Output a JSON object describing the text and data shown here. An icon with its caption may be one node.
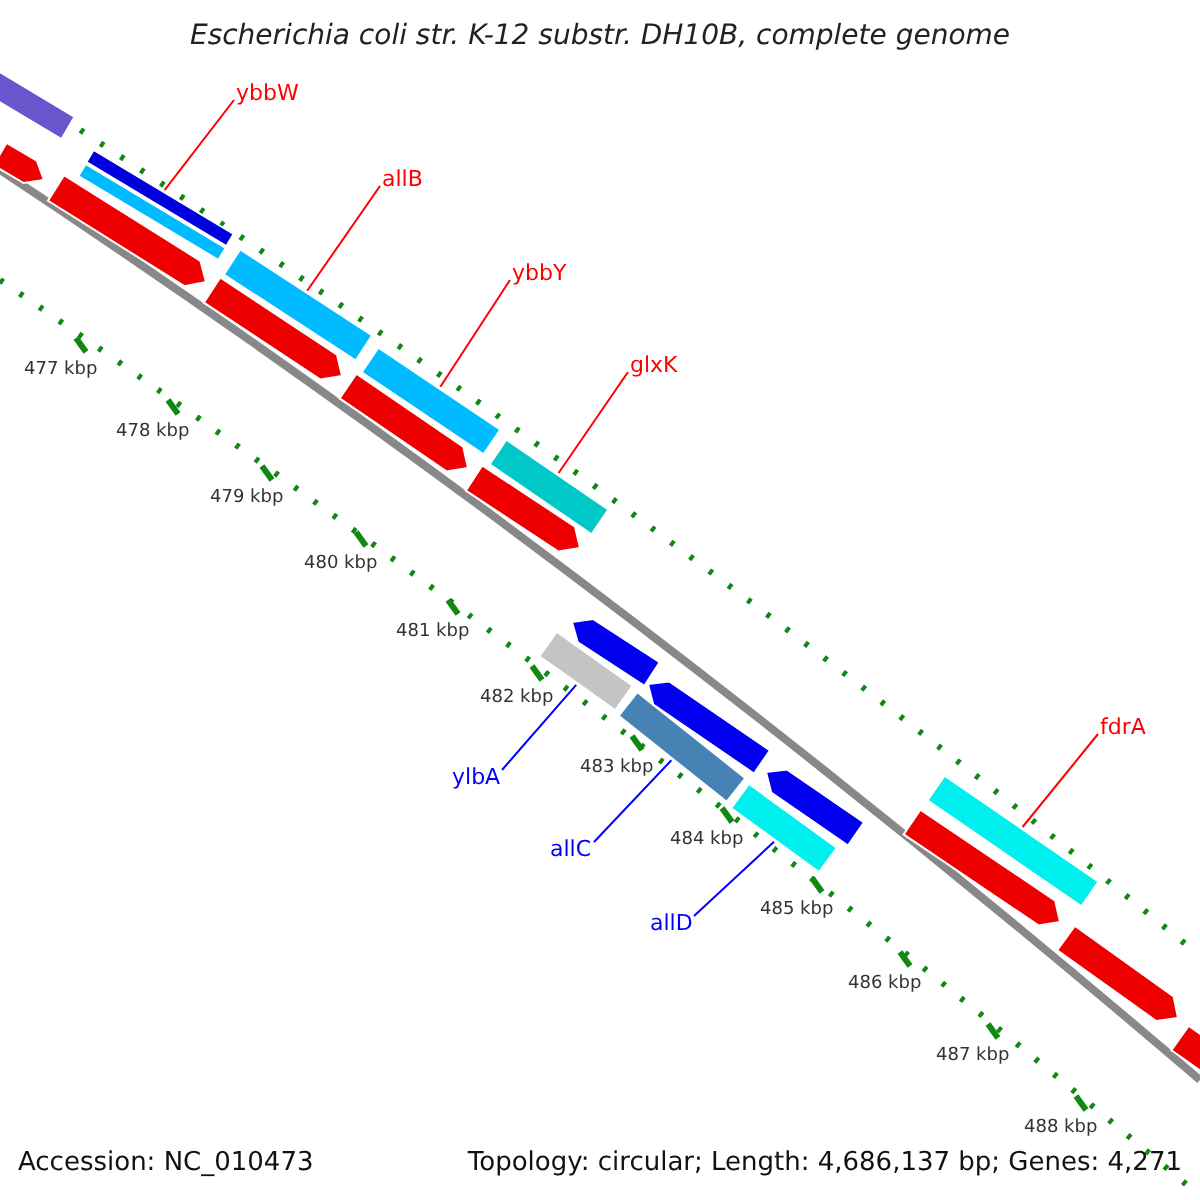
{
  "diagram": {
    "title": "Escherichia coli str. K-12 substr. DH10B, complete genome",
    "nodes": [
      {
        "text": [
          "ybbW"
        ]
      },
      {
        "text": [
          "allB"
        ]
      },
      {
        "text": [
          "ybbY"
        ]
      },
      {
        "text": [
          "glxK"
        ]
      },
      {
        "text": [
          "ylbA"
        ]
      },
      {
        "text": [
          "allC"
        ]
      },
      {
        "text": [
          "allD"
        ]
      },
      {
        "text": [
          "fdrA"
        ]
      },
      {
        "text": [],
        "shape": "bar"
      },
      {
        "text": [],
        "shape": "bar"
      },
      {
        "text": [],
        "shape": "bar"
      },
      {
        "text": [],
        "shape": "bar"
      },
      {
        "text": [],
        "shape": "bar"
      },
      {
        "text": [],
        "shape": "bar"
      },
      {
        "text": [],
        "shape": "bar"
      },
      {
        "text": [],
        "shape": "bar"
      },
      {
        "text": [],
        "shape": "bar"
      },
      {
        "text": [],
        "shape": "bar"
      },
      {
        "text": [],
        "shape": "bar"
      },
      {
        "text": [],
        "shape": "bar"
      },
      {
        "text": [],
        "shape": "bar"
      },
      {
        "text": [],
        "shape": "bar"
      },
      {
        "text": [],
        "shape": "bar"
      },
      {
        "text": [],
        "shape": "bar"
      },
      {
        "text": [],
        "shape": "bar"
      },
      {
        "text": [],
        "shape": "bar"
      },
      {
        "text": [],
        "shape": "bar"
      },
      {
        "text": [],
        "shape": "bar"
      },
      {
        "text": [],
        "shape": "bar"
      }
    ],
    "edges": [
      {
        "from": 0,
        "to": 10,
        "arrow": "none"
      },
      {
        "from": 1,
        "to": 13,
        "arrow": "none"
      },
      {
        "from": 2,
        "to": 15,
        "arrow": "none"
      },
      {
        "from": 3,
        "to": 17,
        "arrow": "none"
      },
      {
        "from": 4,
        "to": 19,
        "arrow": "none",
        "color": "#0000ff"
      },
      {
        "from": 5,
        "to": 21,
        "arrow": "none",
        "color": "#0000ff"
      },
      {
        "from": 6,
        "to": 23,
        "arrow": "none",
        "color": "#0000ff"
      },
      {
        "from": 7,
        "to": 26,
        "arrow": "none"
      }
    ],
    "labels": [
      "477 kbp",
      "478 kbp",
      "479 kbp",
      "480 kbp",
      "481 kbp",
      "482 kbp",
      "483 kbp",
      "484 kbp",
      "485 kbp",
      "486 kbp",
      "487 kbp",
      "488 kbp",
      "Accession: NC_010473",
      "Topology: circular; Length: 4,686,137 bp; Genes: 4,271"
    ]
  }
}
